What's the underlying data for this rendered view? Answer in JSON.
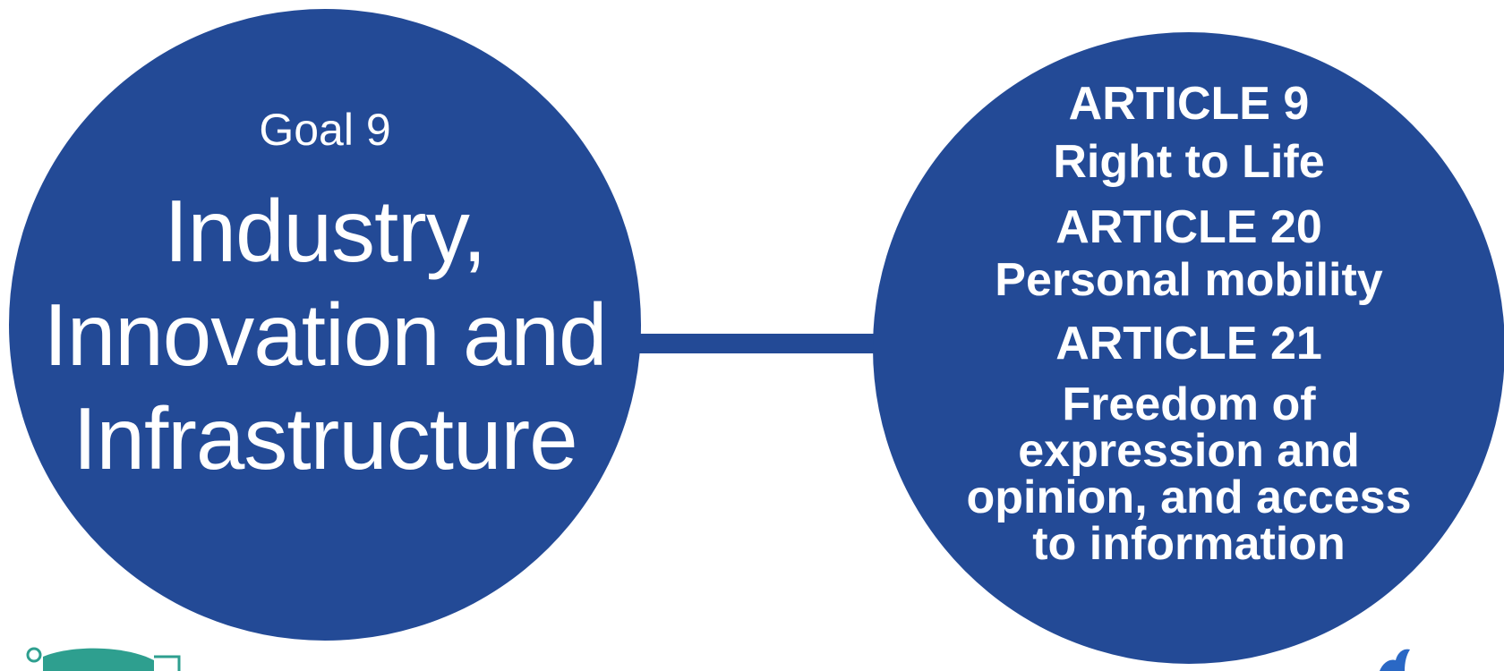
{
  "colors": {
    "circle_fill": "#234a96",
    "connector": "#234a96",
    "text": "#ffffff",
    "logo_teal": "#2e9f8f",
    "logo_blue": "#2a68c5"
  },
  "left": {
    "goal_label": "Goal 9",
    "title_lines": [
      "Industry,",
      "Innovation and",
      "Infrastructure"
    ]
  },
  "right": {
    "articles": [
      {
        "number": "ARTICLE 9",
        "name_lines": [
          "Right to Life"
        ]
      },
      {
        "number": "ARTICLE 20",
        "name_lines": [
          "Personal mobility"
        ]
      },
      {
        "number": "ARTICLE 21",
        "name_lines": [
          "Freedom of",
          "expression and",
          "opinion, and access",
          "to information"
        ]
      }
    ]
  },
  "icons": {
    "left_logo": "organization-logo-icon",
    "right_logo": "organization-logo-icon"
  }
}
